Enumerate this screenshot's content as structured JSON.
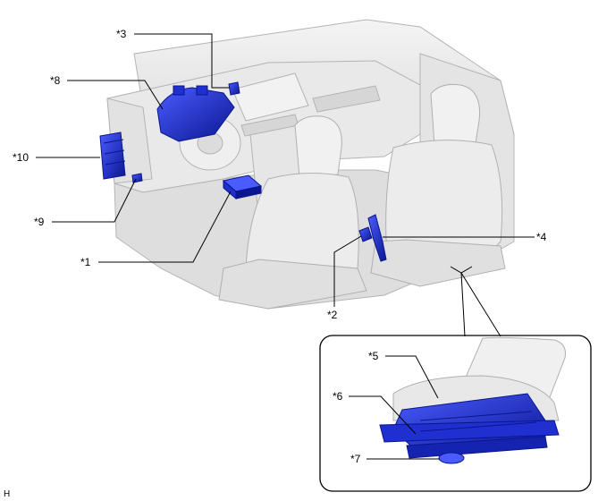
{
  "callouts": {
    "c1": "*1",
    "c2": "*2",
    "c3": "*3",
    "c4": "*4",
    "c5": "*5",
    "c6": "*6",
    "c7": "*7",
    "c8": "*8",
    "c9": "*9",
    "c10": "*10"
  },
  "corner_mark": "H",
  "colors": {
    "component": "#1f2fd0",
    "component_dark": "#0a1690",
    "body": "#eeeeee",
    "outline": "#b4b4b4"
  }
}
